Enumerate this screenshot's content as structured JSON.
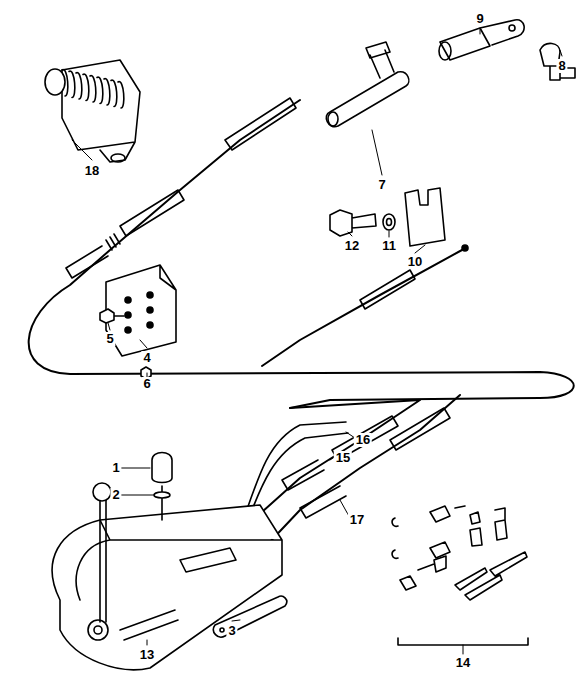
{
  "diagram": {
    "labels": [
      "9",
      "8",
      "18",
      "7",
      "10",
      "11",
      "12",
      "5",
      "4",
      "6",
      "16",
      "15",
      "1",
      "17",
      "2",
      "14",
      "13",
      "3"
    ]
  }
}
